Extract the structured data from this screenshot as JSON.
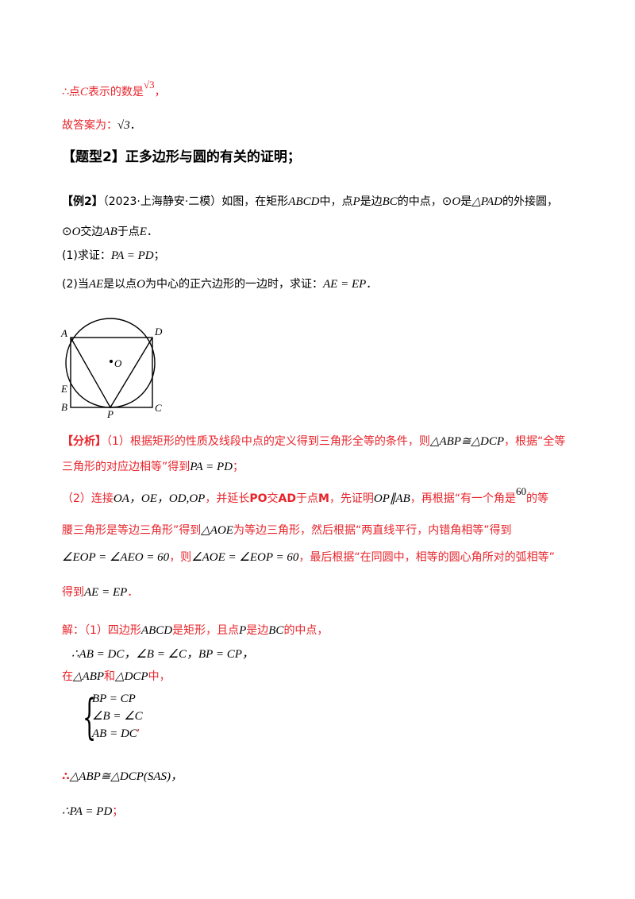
{
  "lines": {
    "l1": "∴点C表示的数是√3，",
    "l2": "故答案为：√3．",
    "heading": "【题型2】正多边形与圆的有关的证明；",
    "ex_tag": "【例2】",
    "ex_text": "（2023·上海静安·二模）如图，在矩形ABCD中，点P是边BC的中点，⊙O是△PAD的外接圆，",
    "ex_text2": "⊙O交边AB于点E．",
    "q1": "(1)求证：PA = PD；",
    "q2": "(2)当AE是以点O为中心的正六边形的一边时，求证：AE = EP．",
    "a1": "【分析】（1）根据矩形的性质及线段中点的定义得到三角形全等的条件，则△ABP≅△DCP，根据“全等",
    "a2": "三角形的对应边相等”得到PA = PD；",
    "a3": "（2）连接OA，OE，OD,OP，并延长PO交AD于点M，先证明OP∥AB，再根据“有一个角是60的等",
    "a4": "腰三角形是等边三角形”得到△AOE为等边三角形，然后根据“两直线平行，内错角相等”得到",
    "a5": "∠EOP = ∠AEO = 60，则∠AOE = ∠EOP = 60，最后根据“在同圆中，相等的圆心角所对的弧相等”",
    "a6": "得到AE = EP．",
    "s1": "解：（1）四边形ABCD是矩形，且点P是边BC的中点，",
    "s2": "∴AB = DC，∠B = ∠C，BP = CP，",
    "s3": "在△ABP和△DCP中，",
    "sys1": "BP = CP",
    "sys2": "∠B = ∠C",
    "sys3": "AB = DC",
    "s4": "∴△ABP≅△DCP(SAS)，",
    "s5": "∴PA = PD；"
  },
  "figure": {
    "labels": {
      "A": "A",
      "B": "B",
      "C": "C",
      "D": "D",
      "E": "E",
      "P": "P",
      "O": "O"
    }
  },
  "colors": {
    "answer_red": "#e8232a",
    "text_black": "#000000"
  }
}
